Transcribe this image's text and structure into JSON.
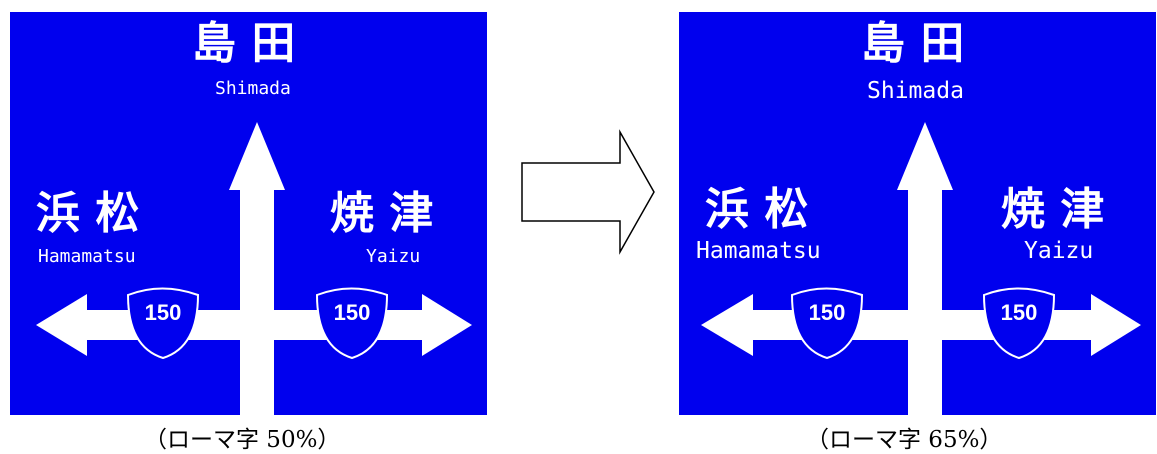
{
  "signs": [
    {
      "north": {
        "kanji": "島 田",
        "roman": "Shimada"
      },
      "west": {
        "kanji": "浜 松",
        "roman": "Hamamatsu"
      },
      "east": {
        "kanji": "焼 津",
        "roman": "Yaizu"
      },
      "route_left": "150",
      "route_right": "150",
      "caption": "（ローマ字 50%）"
    },
    {
      "north": {
        "kanji": "島 田",
        "roman": "Shimada"
      },
      "west": {
        "kanji": "浜 松",
        "roman": "Hamamatsu"
      },
      "east": {
        "kanji": "焼 津",
        "roman": "Yaizu"
      },
      "route_left": "150",
      "route_right": "150",
      "caption": "（ローマ字 65%）"
    }
  ],
  "colors": {
    "sign_background": "#0000ee",
    "sign_foreground": "#ffffff",
    "shield_fill": "#0000ee",
    "transition_arrow": "#ffffff"
  },
  "transition_icon": "right-arrow-outline-icon"
}
